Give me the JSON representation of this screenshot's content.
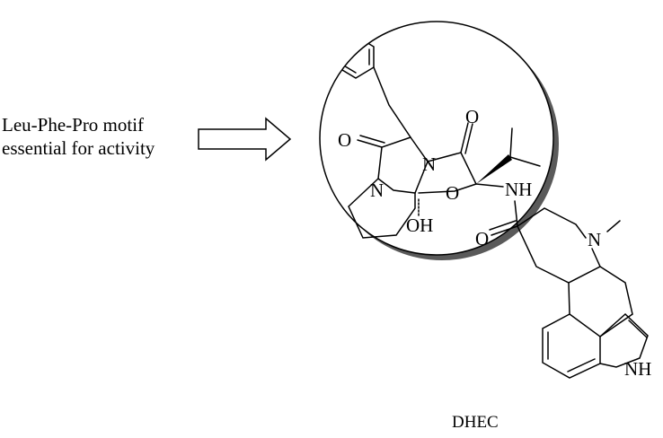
{
  "annotation": {
    "line1": "Leu-Phe-Pro motif",
    "line2": "essential for activity"
  },
  "compound_name": "DHEC",
  "atom_labels": {
    "o_lactam_left": "O",
    "o_lactam_top": "O",
    "n_ring_center": "N",
    "n_pyrrolidine": "N",
    "o_oxazolidine": "O",
    "oh": "OH",
    "nh_amide": "NH",
    "o_amide": "O",
    "n_methyl": "N",
    "nh_indole": "NH"
  }
}
